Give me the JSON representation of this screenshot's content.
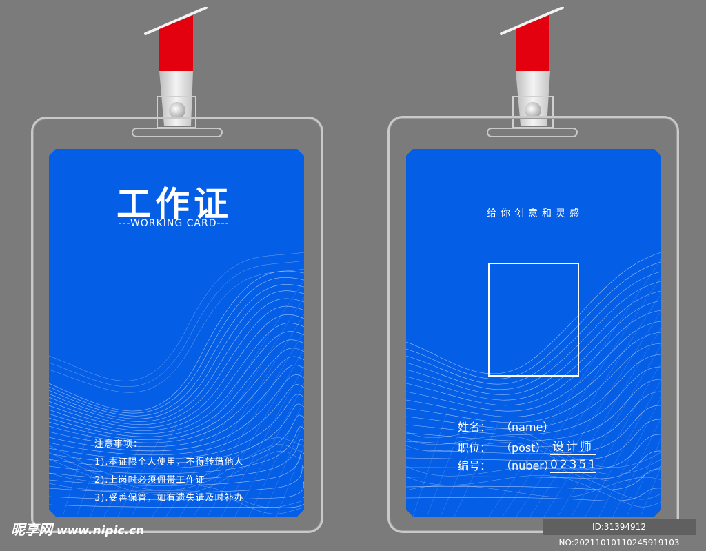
{
  "front_card": {
    "title": "工作证",
    "subtitle": "---WORKING CARD---",
    "notice_heading": "注意事项：",
    "notices": [
      "1).本证限个人使用，不得转借他人",
      "2).上岗时必须佩带工作证",
      "3).妥善保管，如有遗失请及时补办"
    ]
  },
  "back_card": {
    "slogan": "给你创意和灵感",
    "photo_placeholder": "",
    "fields": [
      {
        "label": "姓名：",
        "hint": "（name）",
        "value": ""
      },
      {
        "label": "职位：",
        "hint": "（post）",
        "value": "设计师"
      },
      {
        "label": "编号：",
        "hint": "（nuber）",
        "value": "02351"
      }
    ]
  },
  "watermark": {
    "brand": "昵享网",
    "url": "www.nipic.cn",
    "id_text": "ID:31394912 NO:20211010110245919103"
  },
  "colors": {
    "background": "#7b7b7b",
    "card_blue": "#045ee6",
    "lanyard_red": "#e3000f",
    "frame": "#c9c9c9"
  }
}
